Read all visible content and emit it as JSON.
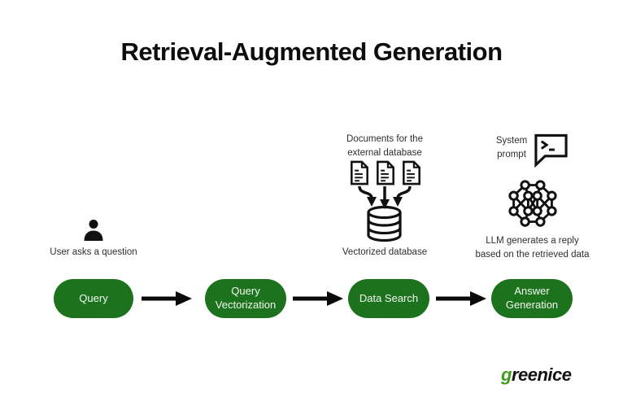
{
  "title": "Retrieval-Augmented Generation",
  "user_column": {
    "label": "User asks a question"
  },
  "documents_column": {
    "label_line1": "Documents for the",
    "label_line2": "external database",
    "db_label": "Vectorized database"
  },
  "llm_column": {
    "prompt_line1": "System",
    "prompt_line2": "prompt",
    "llm_label": "LLM generates a reply based on the retrieved data"
  },
  "pipeline": [
    {
      "label": "Query"
    },
    {
      "label": "Query Vectorization"
    },
    {
      "label": "Data Search"
    },
    {
      "label": "Answer Generation"
    }
  ],
  "logo": {
    "prefix": "g",
    "rest": "reenice"
  },
  "icons": {
    "user": "user-icon",
    "document": "document-icon",
    "database": "database-cylinder-icon",
    "system_prompt": "terminal-speech-bubble-icon",
    "llm": "neural-network-icon",
    "flow": "right-arrow-icon",
    "doc_flow": "down-arrows-icon"
  },
  "colors": {
    "pill_green": "#1d731d",
    "logo_green": "#3f9e1c",
    "icon_black": "#111111",
    "text": "#2e2e2e",
    "title": "#0d0d0d"
  }
}
